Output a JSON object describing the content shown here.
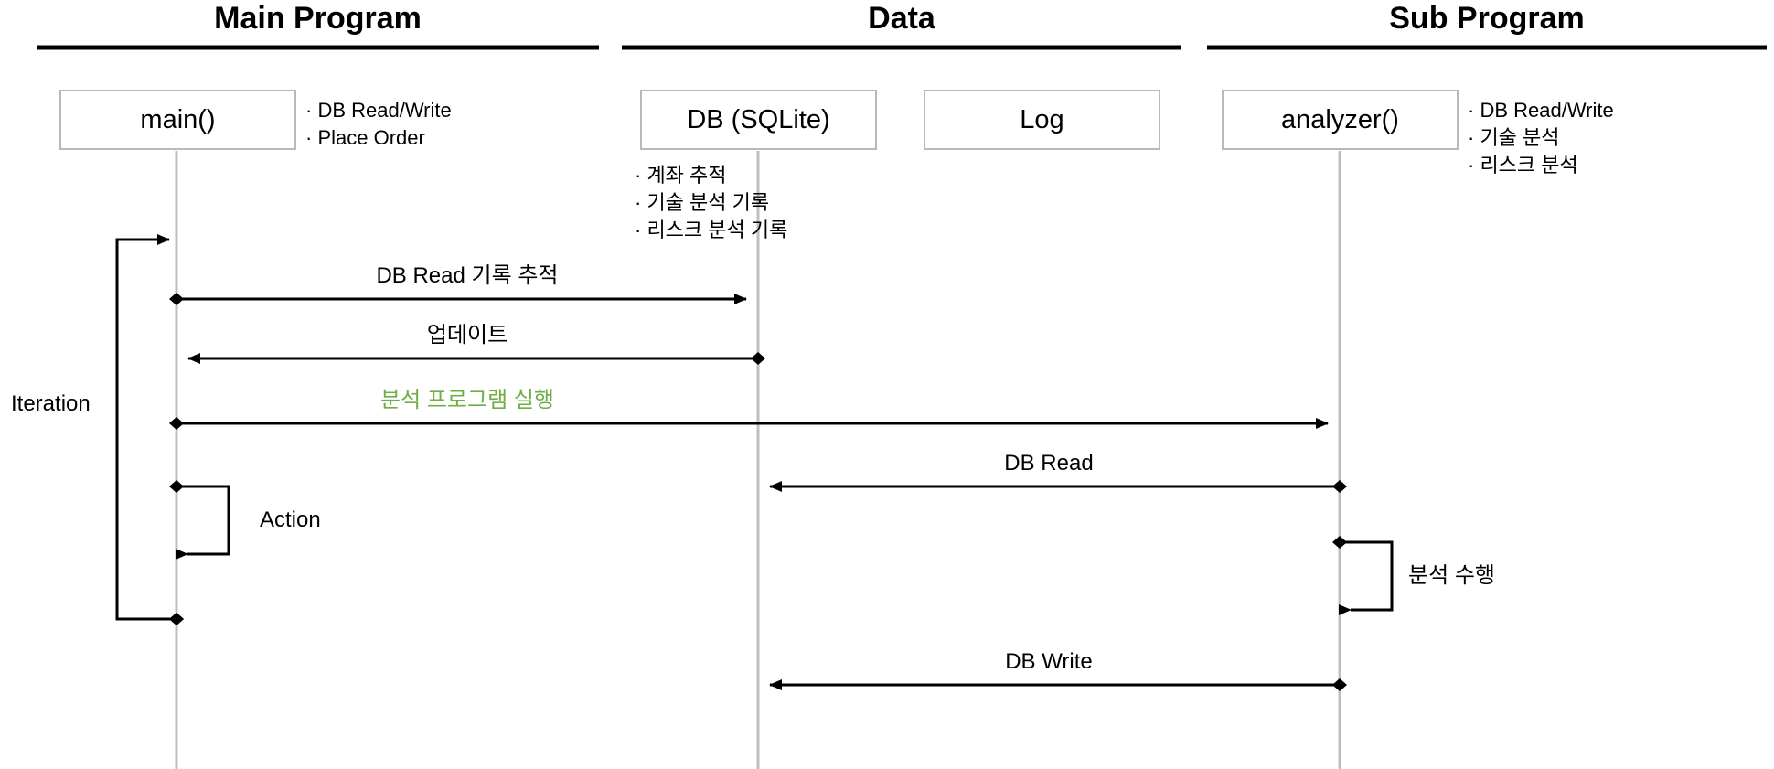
{
  "diagram": {
    "kind": "uml-sequence-diagram",
    "background": "#ffffff",
    "colors": {
      "lifeline": "#bfbfbf",
      "actor_border": "#b9b9b9",
      "message": "#000000",
      "accent_green": "#70ad47",
      "header_rule": "#000000"
    }
  },
  "lanes": [
    {
      "id": "main-program",
      "title": "Main Program"
    },
    {
      "id": "data",
      "title": "Data"
    },
    {
      "id": "sub-program",
      "title": "Sub Program"
    }
  ],
  "actors": [
    {
      "id": "main",
      "label": "main()"
    },
    {
      "id": "db",
      "label": "DB (SQLite)"
    },
    {
      "id": "log",
      "label": "Log"
    },
    {
      "id": "analyzer",
      "label": "analyzer()"
    }
  ],
  "notes": [
    {
      "id": "main-note",
      "owner": "main",
      "lines": [
        "· DB Read/Write",
        "· Place Order"
      ]
    },
    {
      "id": "db-note",
      "owner": "db",
      "lines": [
        "· 계좌 추적",
        "· 기술 분석 기록",
        "· 리스크 분석 기록"
      ]
    },
    {
      "id": "analyzer-note",
      "owner": "analyzer",
      "lines": [
        "· DB Read/Write",
        "· 기술 분석",
        "· 리스크 분석"
      ]
    }
  ],
  "messages": [
    {
      "id": "m1",
      "label": "DB Read 기록 추적",
      "from": "main",
      "to": "db",
      "direction": "right",
      "color": "#000000"
    },
    {
      "id": "m2",
      "label": "업데이트",
      "from": "db",
      "to": "main",
      "direction": "left",
      "color": "#000000"
    },
    {
      "id": "m3",
      "label": "분석 프로그램 실행",
      "from": "main",
      "to": "analyzer",
      "direction": "right",
      "color": "#70ad47"
    },
    {
      "id": "m4",
      "label": "DB Read",
      "from": "analyzer",
      "to": "db",
      "direction": "left",
      "color": "#000000"
    },
    {
      "id": "m5",
      "label": "DB Write",
      "from": "analyzer",
      "to": "db",
      "direction": "left",
      "color": "#000000"
    }
  ],
  "self_messages": [
    {
      "id": "s1",
      "label": "Action",
      "owner": "main"
    },
    {
      "id": "s2",
      "label": "분석 수행",
      "owner": "analyzer"
    }
  ],
  "loops": [
    {
      "id": "loop1",
      "label": "Iteration",
      "owner": "main"
    }
  ]
}
